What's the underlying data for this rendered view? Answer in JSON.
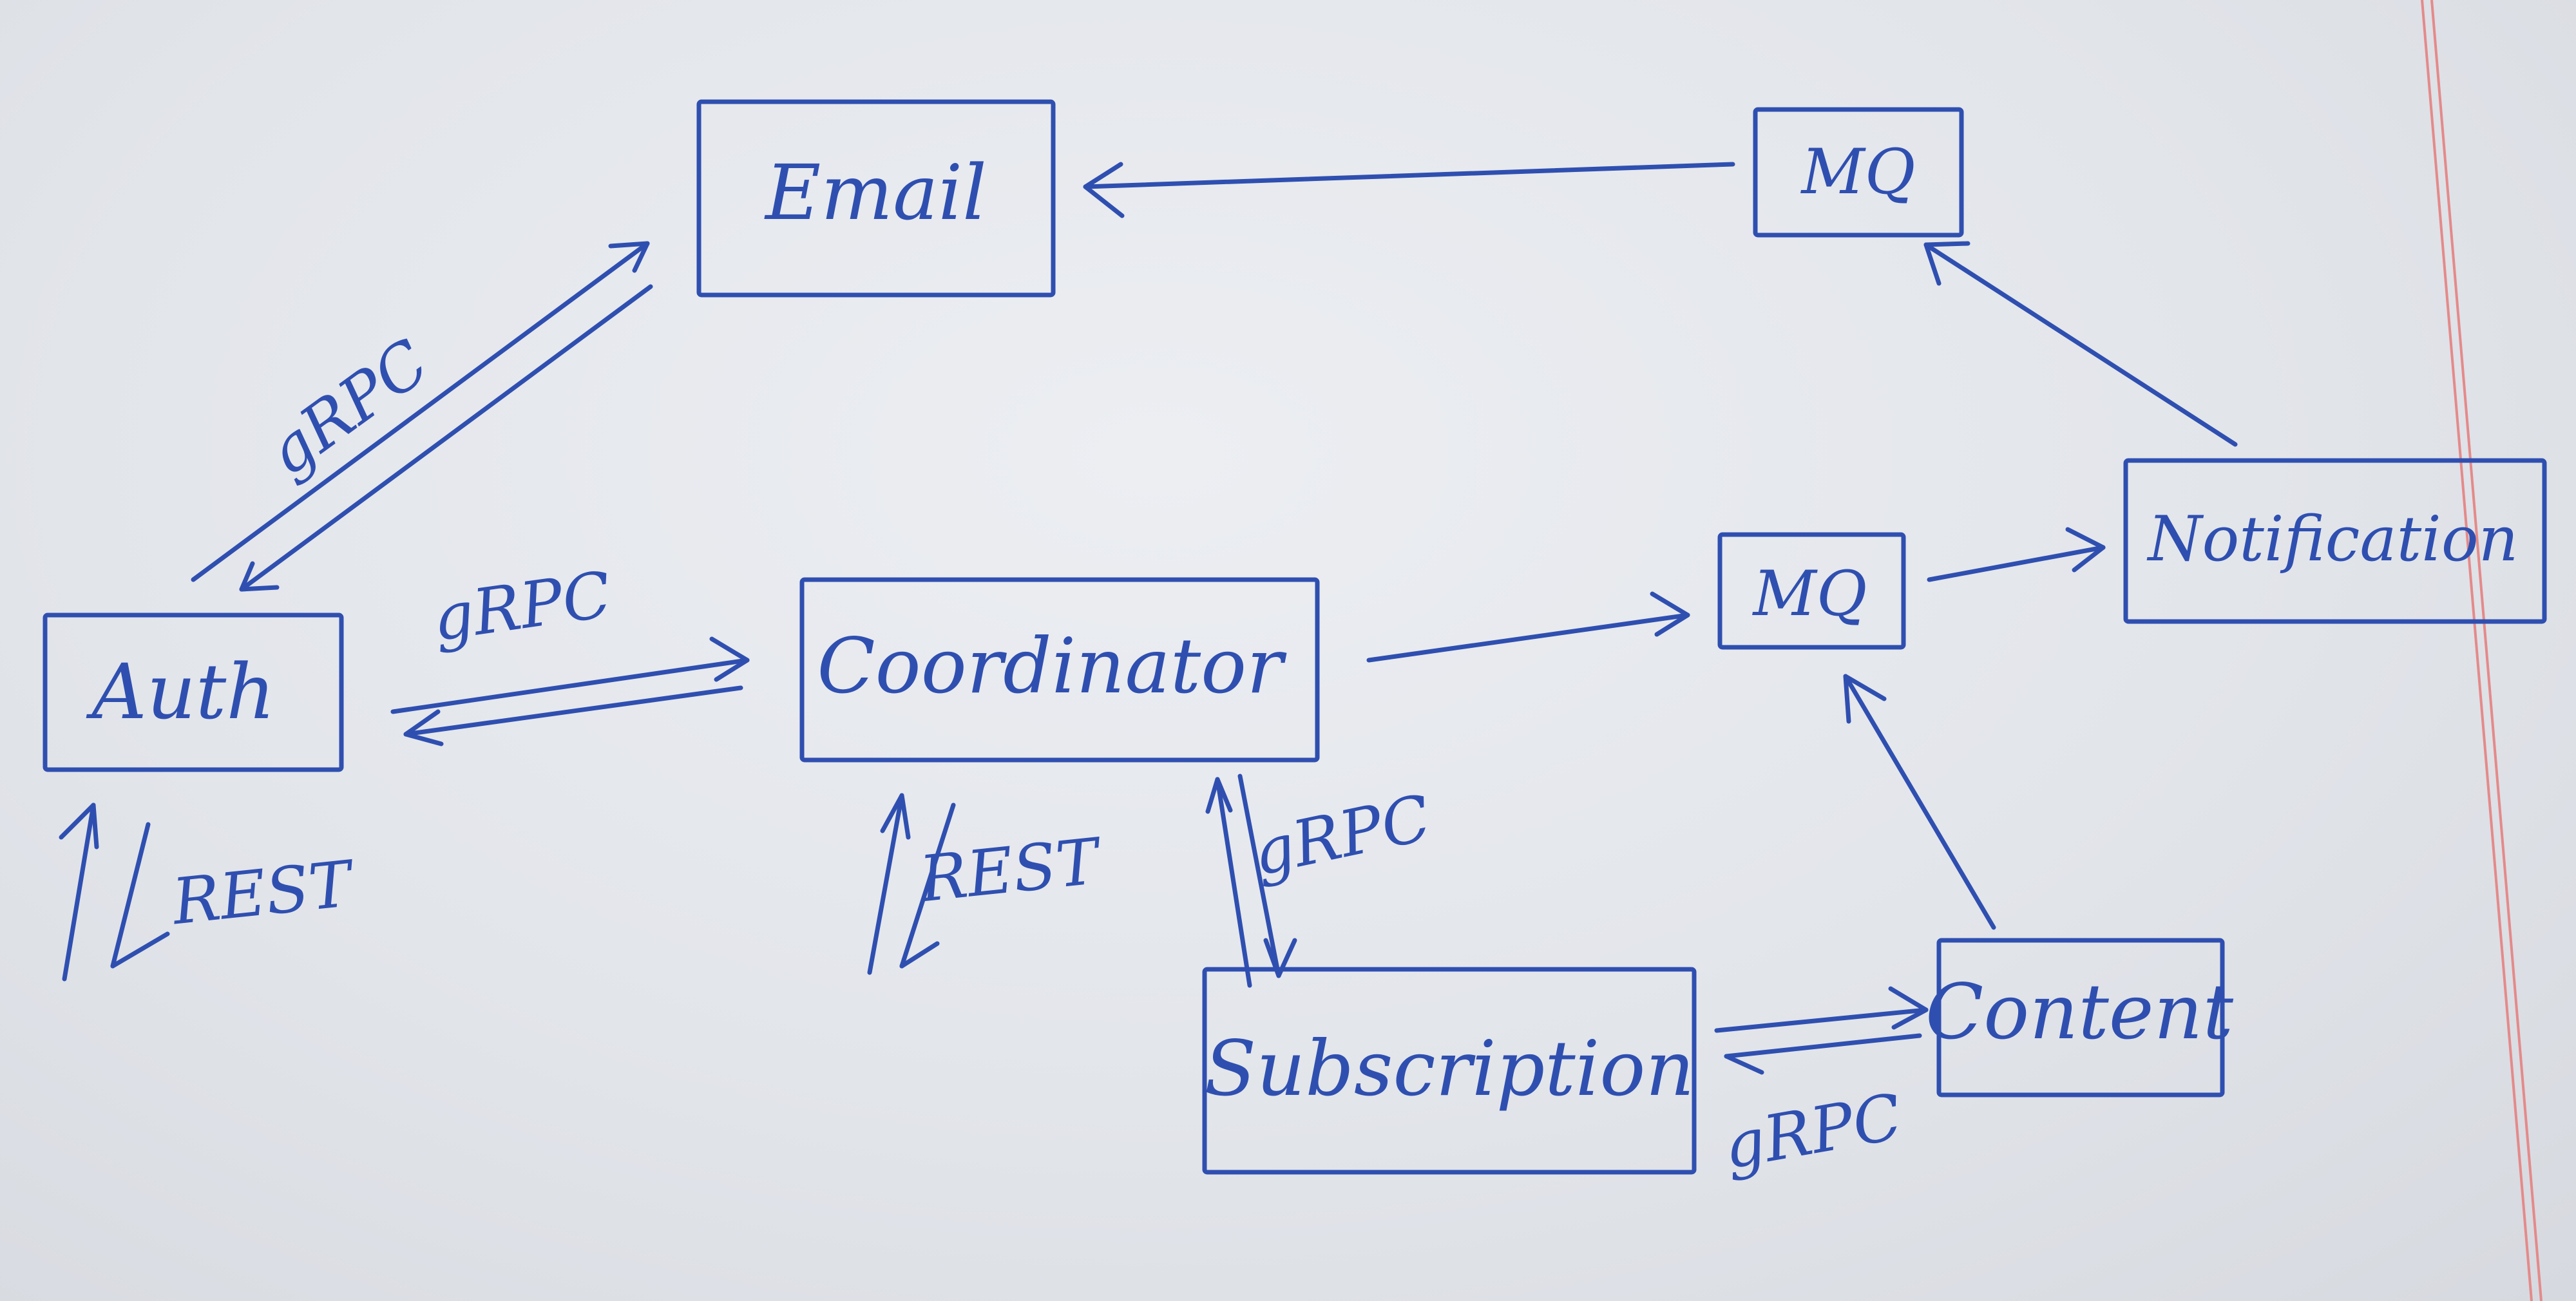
{
  "diagram": {
    "nodes": {
      "email": "Email",
      "mq_top": "MQ",
      "auth": "Auth",
      "coordinator": "Coordinator",
      "mq_mid": "MQ",
      "notification": "Notification",
      "subscription": "Subscription",
      "content": "Content"
    },
    "edges": {
      "auth_email": "gRPC",
      "auth_coordinator": "gRPC",
      "auth_client": "REST",
      "coordinator_client": "REST",
      "coordinator_subscription": "gRPC",
      "subscription_content": "gRPC"
    },
    "colors": {
      "ink": "#2f4fb0",
      "paper": "#e6e8ec",
      "margin_rule": "#e48a8a"
    }
  }
}
